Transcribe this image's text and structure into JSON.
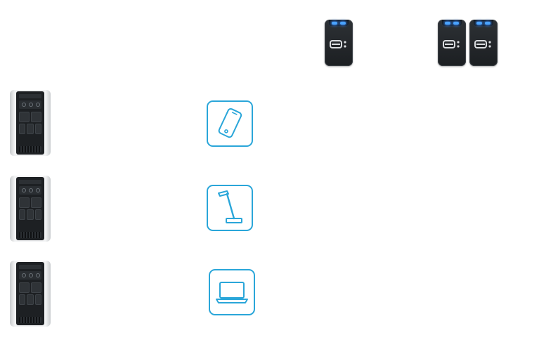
{
  "extra_batteries": {
    "single_pack": {
      "logo": "e:",
      "count": 1
    },
    "double_pack": {
      "logo": "e:",
      "count": 2
    }
  },
  "power_stations": [
    {
      "name": "power-station-unit"
    },
    {
      "name": "power-station-unit"
    },
    {
      "name": "power-station-unit"
    }
  ],
  "devices": [
    {
      "icon": "smartphone-icon"
    },
    {
      "icon": "desk-lamp-icon"
    },
    {
      "icon": "laptop-icon"
    }
  ],
  "colors": {
    "icon_accent": "#2aa6d9",
    "led_blue": "#4aa3ff",
    "pack_body": "#23272b"
  }
}
